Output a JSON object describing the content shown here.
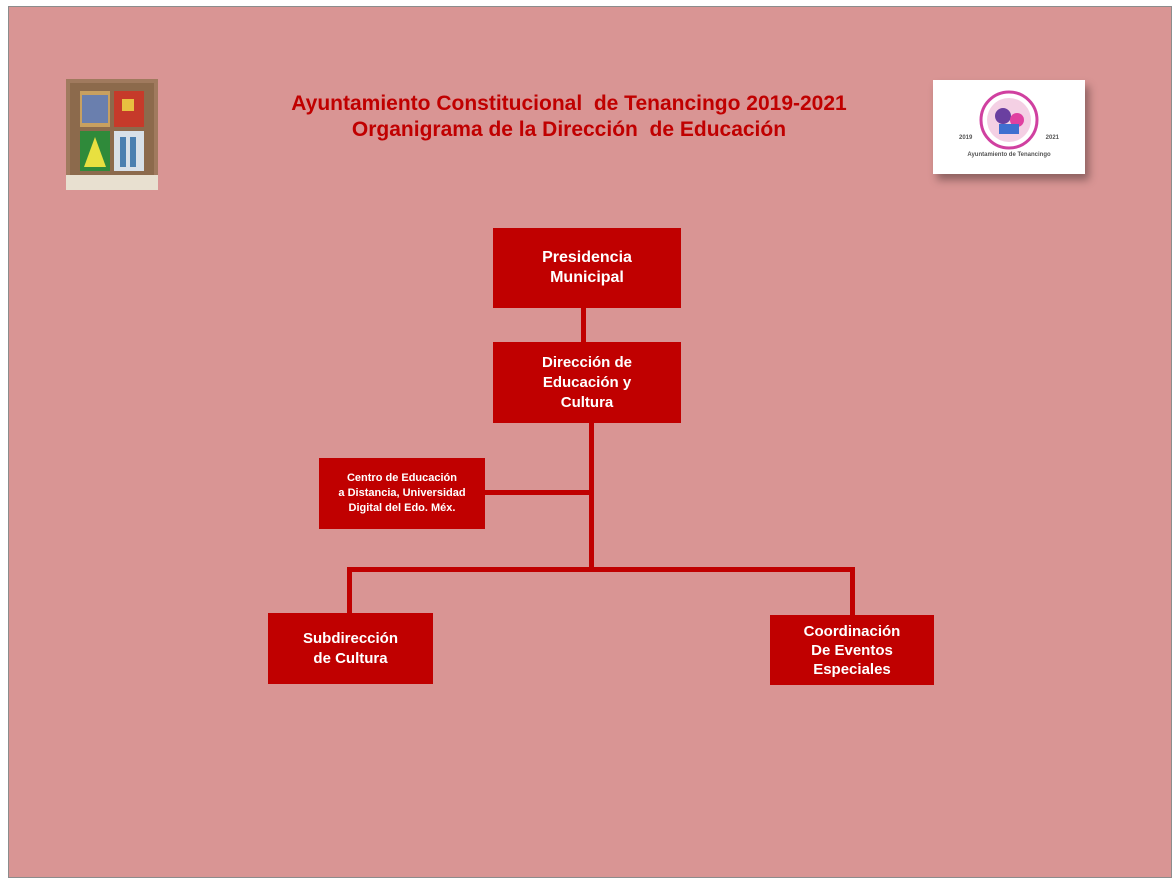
{
  "header": {
    "title_line1": "Ayuntamiento Constitucional  de Tenancingo 2019-2021",
    "title_line2": "Organigrama de la Dirección  de Educación"
  },
  "logo": {
    "year_start": "2019",
    "year_end": "2021",
    "caption": "Ayuntamiento de Tenancingo"
  },
  "org": {
    "presidencia": "Presidencia\nMunicipal",
    "direccion": "Dirección de\nEducación y\nCultura",
    "centro": "Centro de Educación\na Distancia, Universidad\nDigital del Edo. Méx.",
    "subdireccion": "Subdirección\nde Cultura",
    "coordinacion": "Coordinación\nDe Eventos\nEspeciales"
  },
  "colors": {
    "background": "#d99594",
    "box": "#c00000",
    "title": "#c00000"
  }
}
